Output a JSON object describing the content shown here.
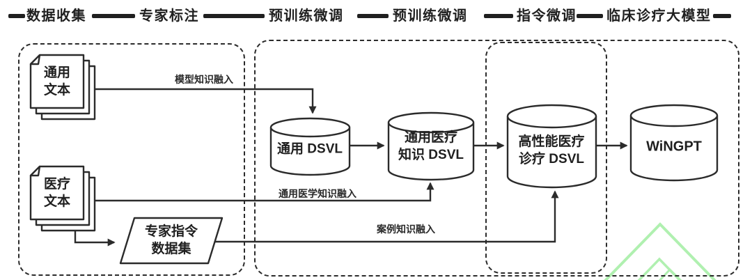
{
  "header": {
    "stages": [
      {
        "label": "数据收集"
      },
      {
        "label": "专家标注"
      },
      {
        "label": "预训练微调"
      },
      {
        "label": "预训练微调"
      },
      {
        "label": "指令微调"
      },
      {
        "label": "临床诊疗大模型"
      }
    ]
  },
  "nodes": {
    "doc_general": {
      "line1": "通用",
      "line2": "文本"
    },
    "doc_medical": {
      "line1": "医疗",
      "line2": "文本"
    },
    "expert_dataset": {
      "line1": "专家指令",
      "line2": "数据集"
    },
    "cyl_general_dsvl": {
      "label": "通用 DSVL"
    },
    "cyl_general_medical_dsvl": {
      "line1": "通用医疗",
      "line2": "知识 DSVL"
    },
    "cyl_high_perf_dsvl": {
      "line1": "高性能医疗",
      "line2": "诊疗 DSVL"
    },
    "cyl_wingpt": {
      "label": "WiNGPT"
    }
  },
  "edges": {
    "model_knowledge": {
      "label": "模型知识融入"
    },
    "general_medical_knowledge": {
      "label": "通用医学知识融入"
    },
    "case_knowledge": {
      "label": "案例知识融入"
    }
  },
  "colors": {
    "ink": "#2b2b2b",
    "logo_green": "#b0f0b0",
    "background": "#ffffff"
  }
}
